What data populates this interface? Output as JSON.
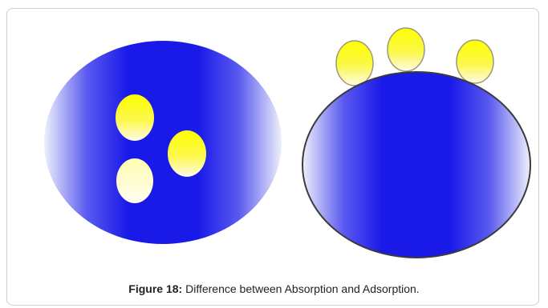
{
  "figure": {
    "label": "Figure 18:",
    "caption": " Difference between Absorption and Adsorption."
  },
  "panels": [
    {
      "id": "absorption",
      "particles": 3,
      "particle_position": "inside"
    },
    {
      "id": "adsorption",
      "particles": 3,
      "particle_position": "on-surface"
    }
  ],
  "colors": {
    "body_blue": "#1a1ae8",
    "body_edge": "#e6e8f8",
    "particle_yellow": "#ffff00",
    "particle_pale": "#fffbe6",
    "frame_border": "#cfcfcf"
  }
}
